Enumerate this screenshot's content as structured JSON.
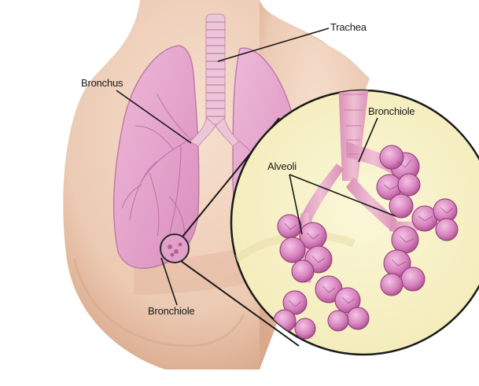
{
  "labels": {
    "trachea": "Trachea",
    "bronchus": "Bronchus",
    "bronchiole_inset": "Bronchiole",
    "alveoli": "Alveoli",
    "bronchiole_lung": "Bronchiole"
  },
  "colors": {
    "skin": "#f0d3bf",
    "skin_shade": "#dcae92",
    "lung": "#e7a9cf",
    "lung_dark": "#c877ab",
    "lung_vein": "#b0588e",
    "trachea": "#e9c3d6",
    "inset_bg": "#f8f2c7",
    "alveolus": "#da86c2",
    "alveolus_dark": "#a9468b",
    "leader_line": "#1a1a1a"
  }
}
